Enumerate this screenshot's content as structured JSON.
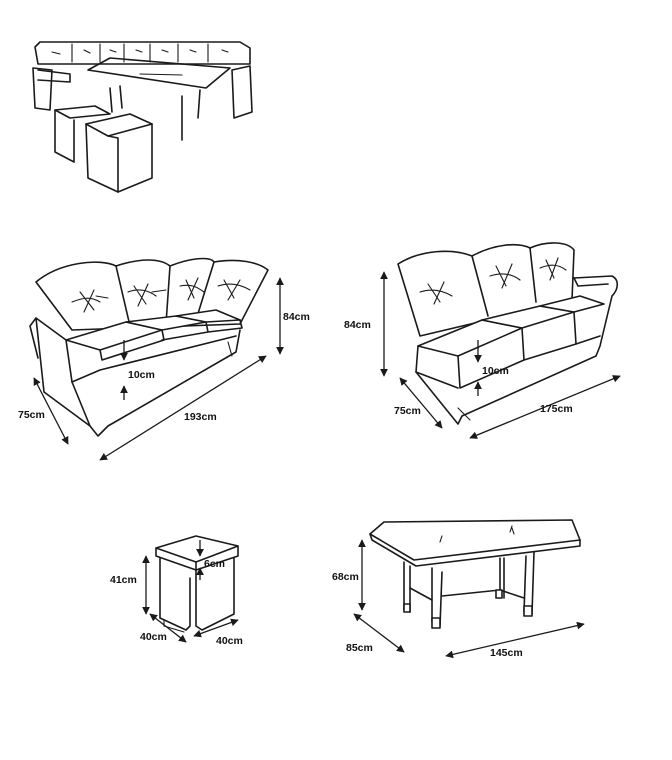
{
  "dimensions": {
    "corner_sofa": {
      "height": "84cm",
      "depth": "75cm",
      "length": "193cm",
      "cushion": "10cm"
    },
    "three_seater": {
      "height": "84cm",
      "depth": "75cm",
      "length": "175cm",
      "cushion": "10cm"
    },
    "stool": {
      "height": "41cm",
      "depth": "40cm",
      "width": "40cm",
      "cushion": "6cm"
    },
    "table": {
      "height": "68cm",
      "depth": "85cm",
      "length": "145cm"
    }
  }
}
